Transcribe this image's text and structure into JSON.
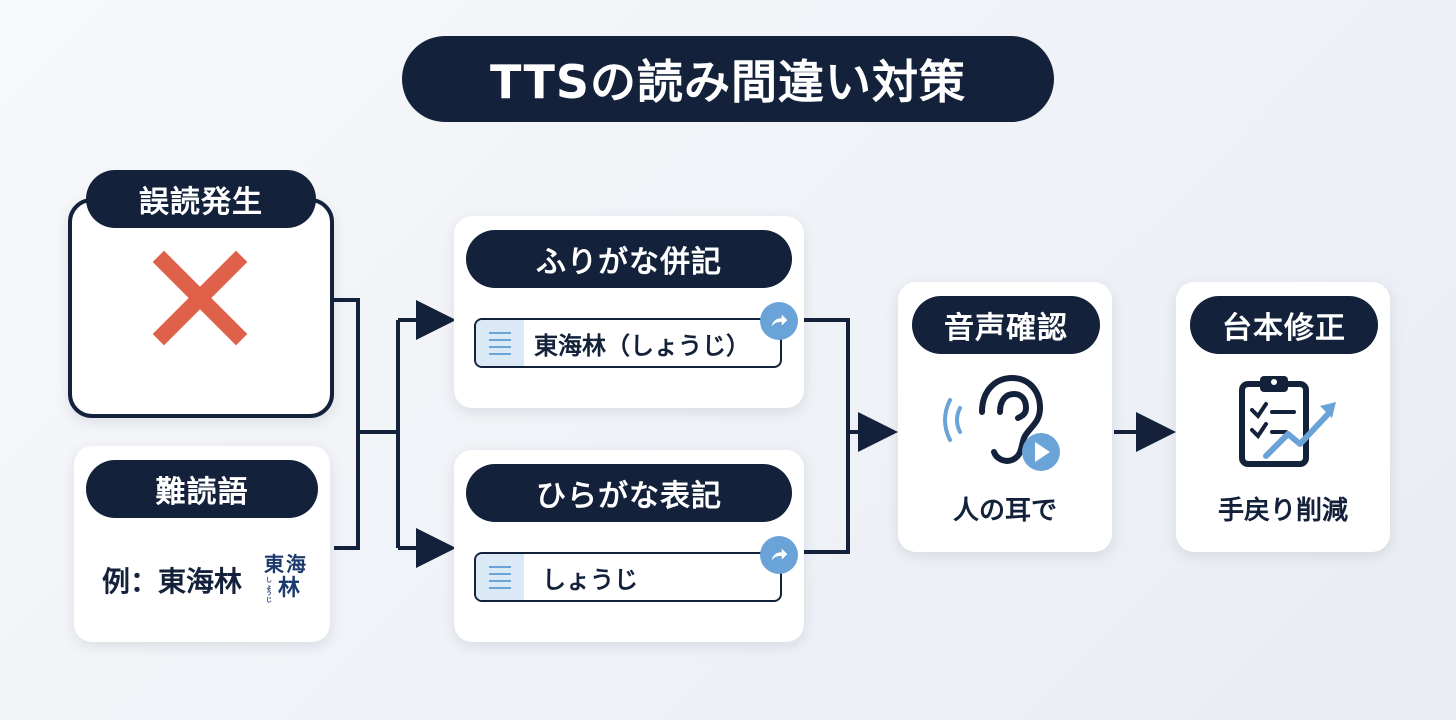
{
  "title": "TTSの読み間違い対策",
  "misread": {
    "label": "誤読発生",
    "icon": "cross-icon"
  },
  "difficult": {
    "label": "難読語",
    "example": "例：東海林",
    "stamp_chars": [
      "東",
      "海",
      "林"
    ],
    "stamp_small": "しょうじ"
  },
  "furigana": {
    "label": "ふりがな併記",
    "input_text": "東海林（しょうじ）"
  },
  "hiragana": {
    "label": "ひらがな表記",
    "input_text": "しょうじ"
  },
  "audio_check": {
    "label": "音声確認",
    "caption": "人の耳で"
  },
  "script_fix": {
    "label": "台本修正",
    "caption": "手戻り削減"
  },
  "colors": {
    "navy": "#13213a",
    "accent_blue": "#6aa3d8",
    "cross_red": "#e0614a",
    "light_blue": "#dbe8f5"
  }
}
